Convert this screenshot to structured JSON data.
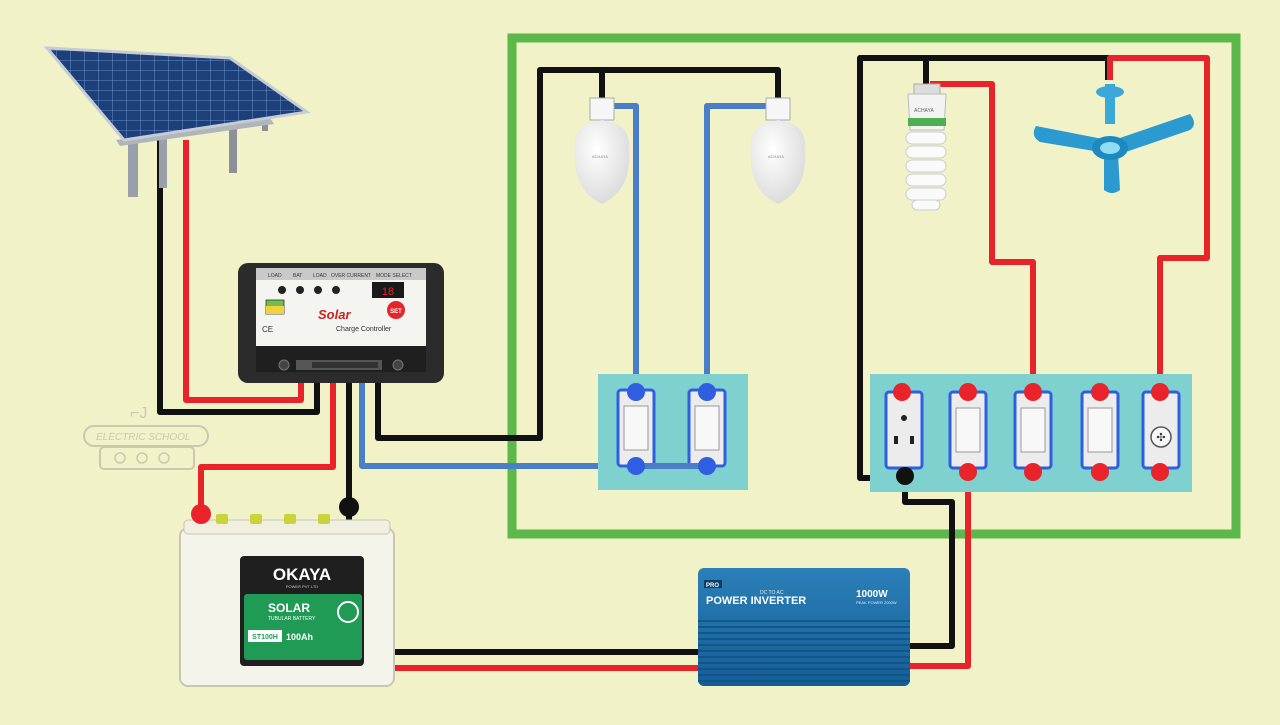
{
  "controller": {
    "brand": "Solar",
    "subtitle": "Charge Controller",
    "top_labels": [
      "LOAD",
      "BAT",
      "LOAD",
      "OVER CURRENT",
      "MODE SELECT"
    ],
    "display": "18",
    "set_label": "SET",
    "cert": "CE"
  },
  "battery": {
    "brand": "OKAYA",
    "brand_sub": "POWER PVT LTD",
    "type": "SOLAR",
    "type_sub": "TUBULAR BATTERY",
    "model": "ST100H",
    "capacity": "100Ah"
  },
  "inverter": {
    "title": "POWER INVERTER",
    "power": "1000W",
    "power_sub": "PEAK POWER 2000W",
    "input": "DC TO AC",
    "brand": "PRO"
  },
  "cfl_brand": "ACHAYA",
  "bulb_brand": "ACHAYA",
  "watermark": "ELECTRIC SCHOOL",
  "colors": {
    "background": "#f1f2c8",
    "house_border": "#5cb84a",
    "positive_wire": "#e8242a",
    "negative_wire": "#111111",
    "ac_wire": "#4a7fc8",
    "switchboard": "#7fd1cf",
    "node_red": "#e8242a",
    "node_blue": "#2f5fe0"
  }
}
